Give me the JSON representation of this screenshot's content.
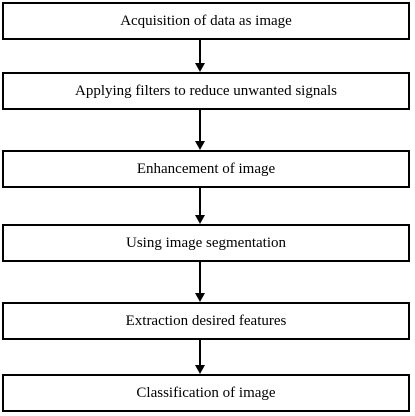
{
  "diagram": {
    "steps": [
      {
        "label": "Acquisition of data as image"
      },
      {
        "label": "Applying filters to reduce unwanted signals"
      },
      {
        "label": "Enhancement of image"
      },
      {
        "label": "Using image segmentation"
      },
      {
        "label": "Extraction desired features"
      },
      {
        "label": "Classification of image"
      }
    ],
    "colors": {
      "stroke": "#000000",
      "fill": "#ffffff"
    }
  }
}
